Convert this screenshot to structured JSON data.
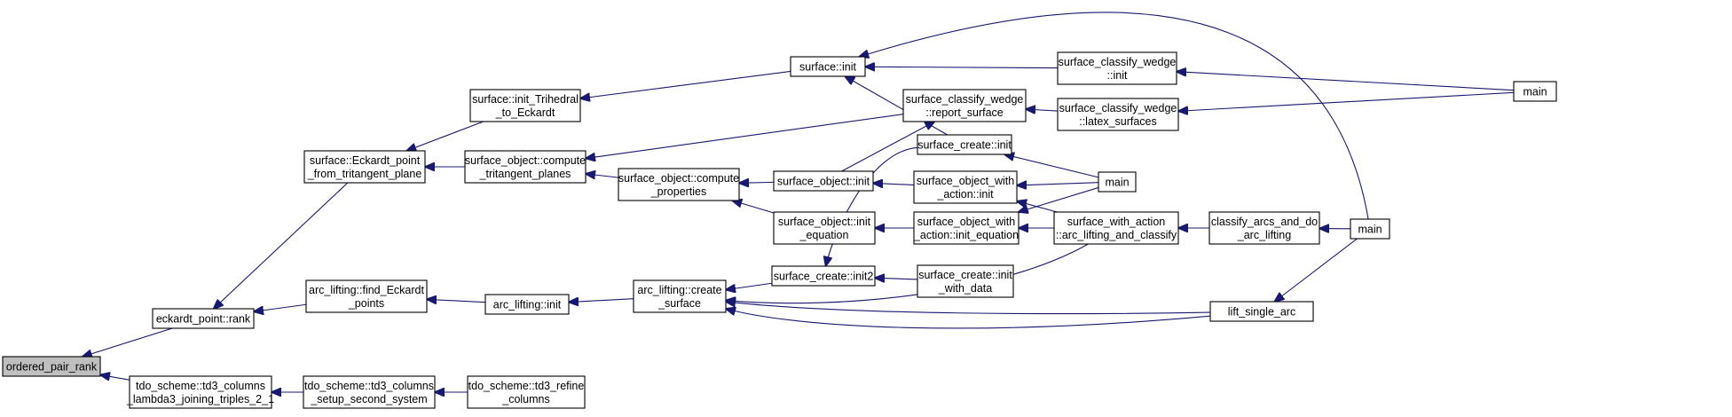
{
  "colors": {
    "edge": "#191970",
    "root_fill": "#bfbfbf",
    "node_fill": "#ffffff",
    "node_stroke": "#000000"
  },
  "nodes": {
    "ordered_pair_rank": {
      "lines": [
        "ordered_pair_rank"
      ]
    },
    "eckardt_point_rank": {
      "lines": [
        "eckardt_point::rank"
      ]
    },
    "tdo_td3_columns_lambda3": {
      "lines": [
        "tdo_scheme::td3_columns",
        "_lambda3_joining_triples_2_1"
      ]
    },
    "surface_eckardt_point_from_tritangent": {
      "lines": [
        "surface::Eckardt_point",
        "_from_tritangent_plane"
      ]
    },
    "arc_lifting_find_eckardt": {
      "lines": [
        "arc_lifting::find_Eckardt",
        "_points"
      ]
    },
    "tdo_td3_columns_setup": {
      "lines": [
        "tdo_scheme::td3_columns",
        "_setup_second_system"
      ]
    },
    "surface_init_trihedral": {
      "lines": [
        "surface::init_Trihedral",
        "_to_Eckardt"
      ]
    },
    "surface_object_compute_tritangent": {
      "lines": [
        "surface_object::compute",
        "_tritangent_planes"
      ]
    },
    "arc_lifting_init": {
      "lines": [
        "arc_lifting::init"
      ]
    },
    "tdo_td3_refine": {
      "lines": [
        "tdo_scheme::td3_refine",
        "_columns"
      ]
    },
    "surface_init": {
      "lines": [
        "surface::init"
      ]
    },
    "surface_object_compute_properties": {
      "lines": [
        "surface_object::compute",
        "_properties"
      ]
    },
    "arc_lifting_create_surface": {
      "lines": [
        "arc_lifting::create",
        "_surface"
      ]
    },
    "surface_object_init": {
      "lines": [
        "surface_object::init"
      ]
    },
    "surface_object_init_equation": {
      "lines": [
        "surface_object::init",
        "_equation"
      ]
    },
    "surface_create_init2": {
      "lines": [
        "surface_create::init2"
      ]
    },
    "surface_classify_wedge_report": {
      "lines": [
        "surface_classify_wedge",
        "::report_surface"
      ]
    },
    "surface_create_init": {
      "lines": [
        "surface_create::init"
      ]
    },
    "surface_object_with_action_init": {
      "lines": [
        "surface_object_with",
        "_action::init"
      ]
    },
    "surface_object_with_action_init_equation": {
      "lines": [
        "surface_object_with",
        "_action::init_equation"
      ]
    },
    "surface_create_init_with_data": {
      "lines": [
        "surface_create::init",
        "_with_data"
      ]
    },
    "surface_classify_wedge_init": {
      "lines": [
        "surface_classify_wedge",
        "::init"
      ]
    },
    "surface_classify_wedge_latex": {
      "lines": [
        "surface_classify_wedge",
        "::latex_surfaces"
      ]
    },
    "main_a": {
      "lines": [
        "main"
      ]
    },
    "main_b": {
      "lines": [
        "main"
      ]
    },
    "surface_with_action_arc_lifting": {
      "lines": [
        "surface_with_action",
        "::arc_lifting_and_classify"
      ]
    },
    "lift_single_arc": {
      "lines": [
        "lift_single_arc"
      ]
    },
    "classify_arcs_and_do": {
      "lines": [
        "classify_arcs_and_do",
        "_arc_lifting"
      ]
    },
    "main_c": {
      "lines": [
        "main"
      ]
    }
  }
}
